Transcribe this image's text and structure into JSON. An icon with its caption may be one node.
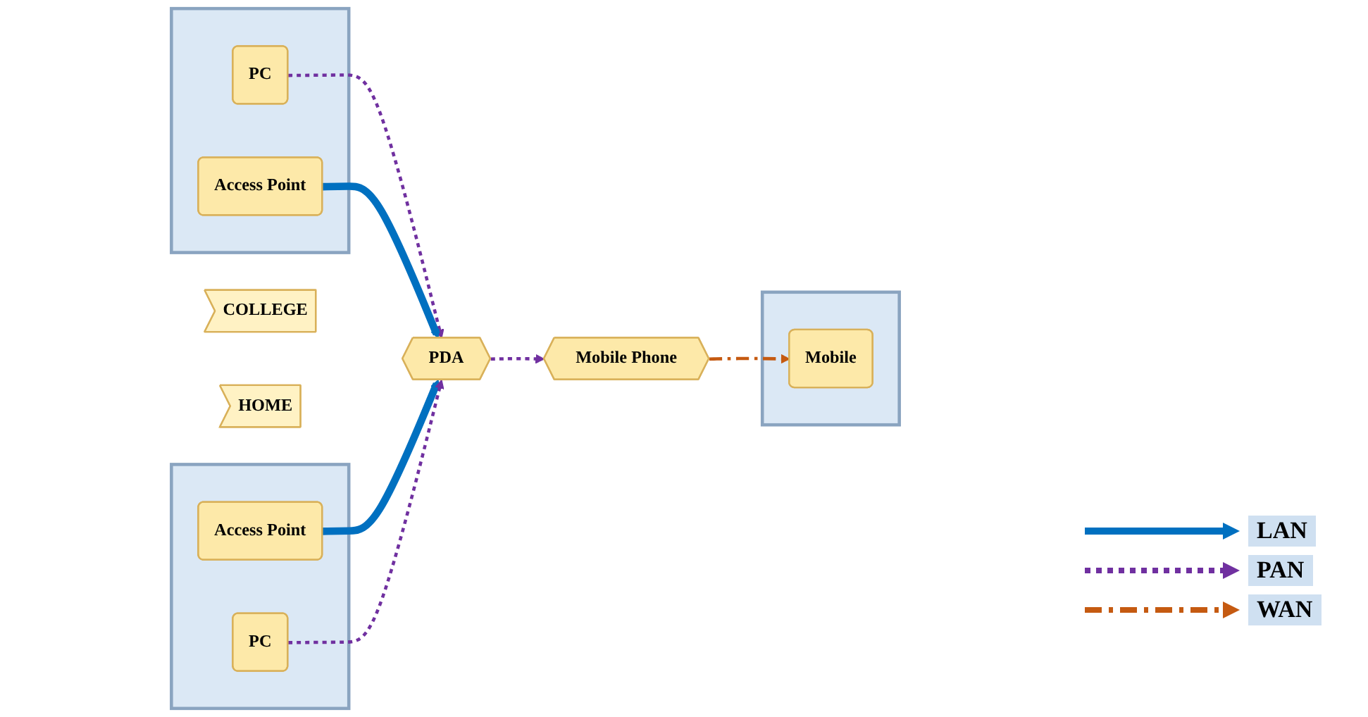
{
  "diagram": {
    "nodes": [
      {
        "text": [],
        "shape": "box"
      },
      {
        "text": [
          "PC"
        ],
        "in": 0
      },
      {
        "text": [
          "Access Point"
        ],
        "in": 0
      },
      {
        "text": [
          "COLLEGE"
        ]
      },
      {
        "text": [
          "PDA"
        ]
      },
      {
        "text": [
          "Mobile Phone"
        ]
      },
      {
        "text": [],
        "shape": "box"
      },
      {
        "text": [
          "Mobile"
        ],
        "in": 6
      },
      {
        "text": [
          "HOME"
        ]
      },
      {
        "text": [],
        "shape": "box"
      },
      {
        "text": [
          "Access Point"
        ],
        "in": 9
      },
      {
        "text": [
          "PC"
        ],
        "in": 9
      }
    ],
    "edges": [
      {
        "from": 1,
        "to": 4,
        "arrow": "to",
        "style": "dashed",
        "color": "#7030a0"
      },
      {
        "from": 2,
        "to": 4,
        "arrow": "to",
        "style": "thick",
        "color": "#0070c0"
      },
      {
        "from": 4,
        "to": 5,
        "arrow": "to",
        "style": "dashed",
        "color": "#7030a0"
      },
      {
        "from": 5,
        "to": 7,
        "arrow": "to",
        "style": "dashed",
        "color": "#c55a11"
      },
      {
        "from": 10,
        "to": 4,
        "arrow": "to",
        "style": "thick",
        "color": "#0070c0"
      },
      {
        "from": 11,
        "to": 4,
        "arrow": "to",
        "style": "dashed",
        "color": "#7030a0"
      }
    ],
    "legend": [
      {
        "text": "LAN"
      },
      {
        "text": "PAN"
      },
      {
        "text": "WAN"
      }
    ]
  }
}
